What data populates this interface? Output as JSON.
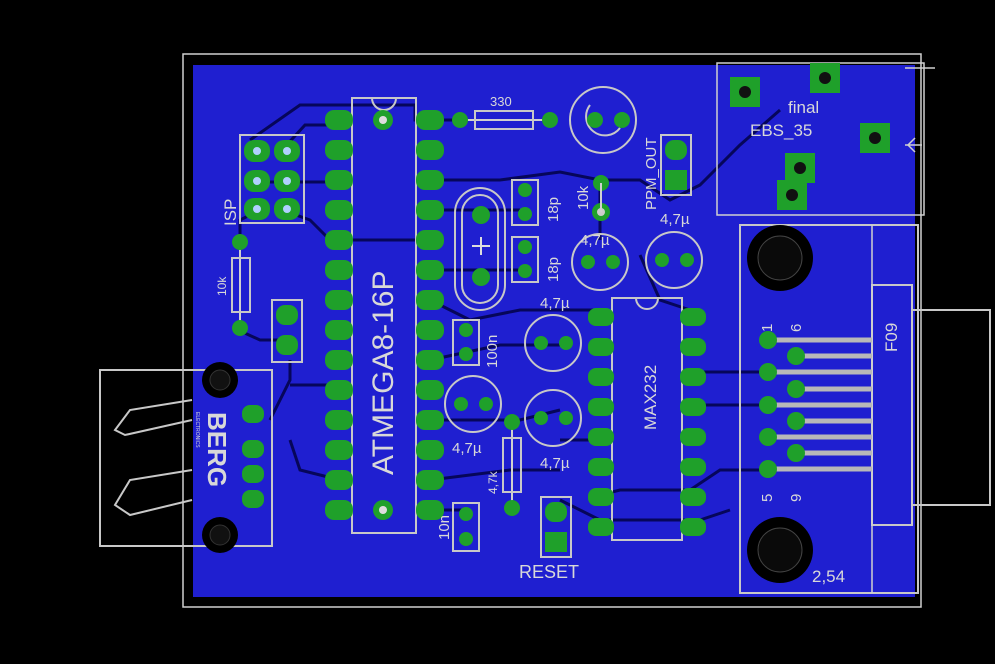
{
  "board": {
    "colors": {
      "background": "#000000",
      "copper": "#1f1fd0",
      "trace": "#06065a",
      "pad": "#1fa02a",
      "silkscreen": "#d0d0d0"
    }
  },
  "labels": {
    "resistor_330": "330",
    "mcu": "ATMEGA8-16P",
    "isp": "ISP",
    "r_10k_left": "10k",
    "r_10k_top": "10k",
    "ppm_out": "PPM_OUT",
    "final": "final",
    "ebs": "EBS_35",
    "c_18p_a": "18p",
    "c_18p_b": "18p",
    "c_100n": "100n",
    "c_10n": "10n",
    "r_47k": "4,7k",
    "cap_47_1": "4,7µ",
    "cap_47_2": "4,7µ",
    "cap_47_3": "4,7µ",
    "cap_47_4": "4,7µ",
    "cap_47_5": "4,7µ",
    "max232": "MAX232",
    "reset": "RESET",
    "f09": "F09",
    "pin_1": "1",
    "pin_6": "6",
    "pin_5": "5",
    "pin_9": "9",
    "pitch": "2,54",
    "berg": "BERG",
    "berg_sub": "ELECTRONICS"
  }
}
